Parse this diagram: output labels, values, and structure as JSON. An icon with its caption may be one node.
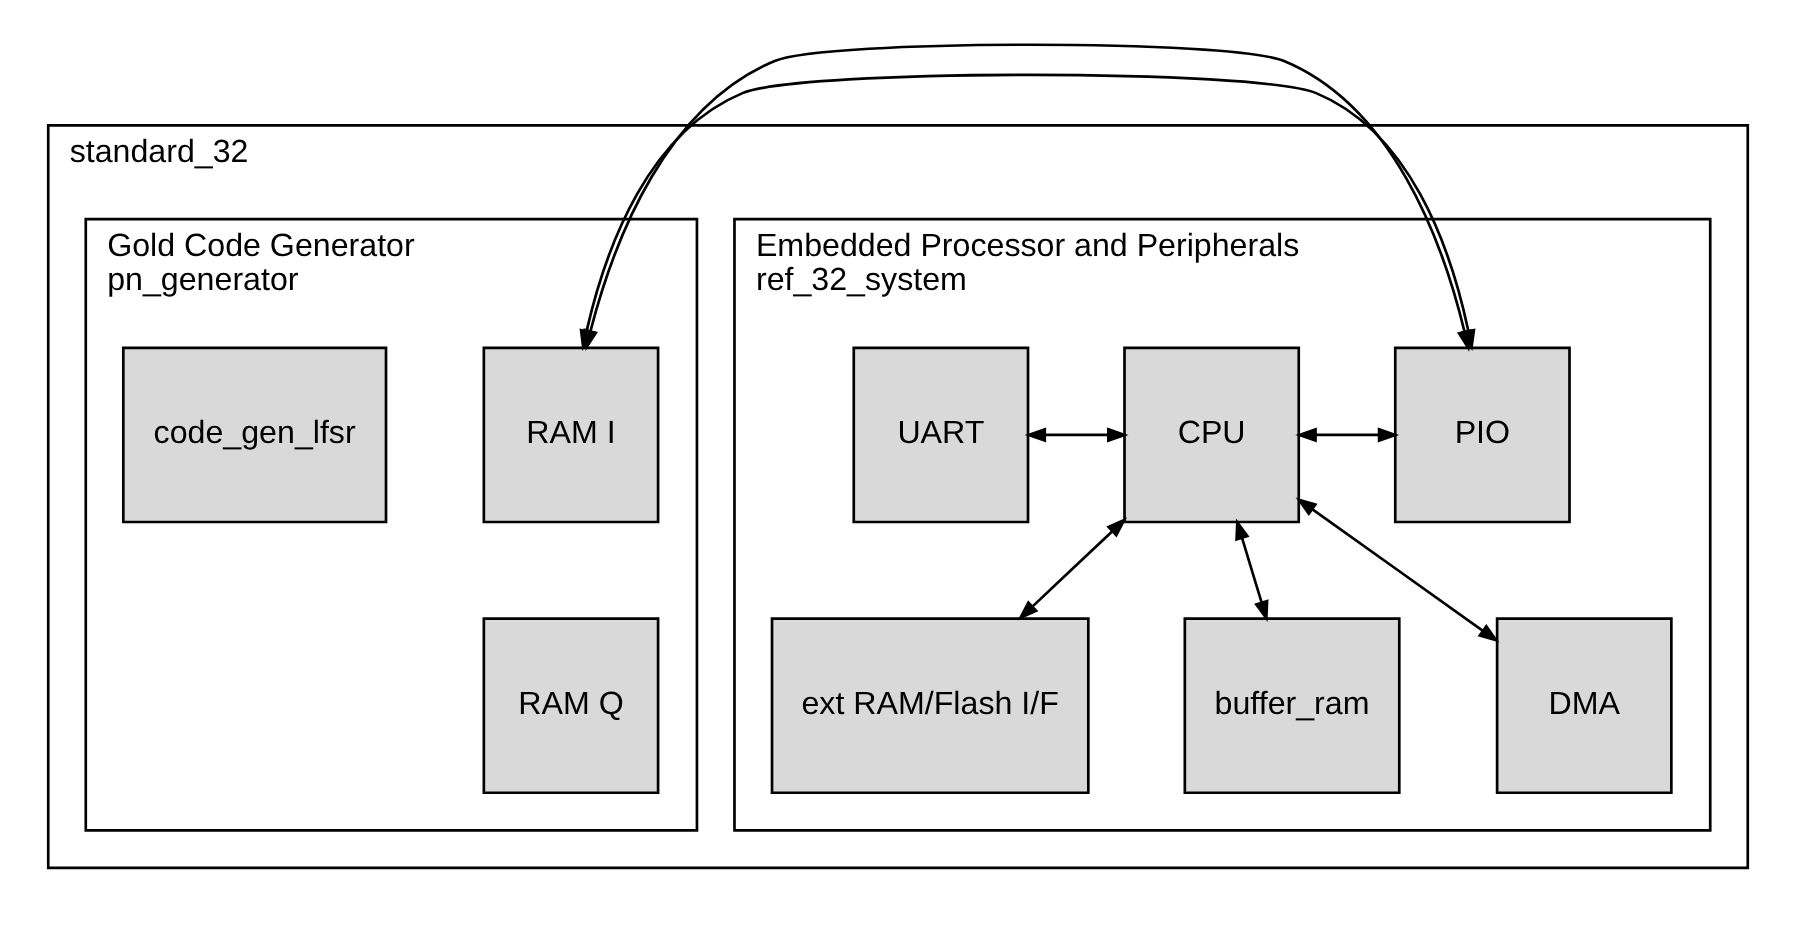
{
  "diagram": {
    "nodes": [
      {
        "text": [
          "standard_32"
        ]
      },
      {
        "text": [
          "Embedded Processor and Peripherals",
          "ref_32_system"
        ],
        "in": 0
      },
      {
        "text": [
          "UART"
        ],
        "in": 1
      },
      {
        "text": [
          "CPU"
        ],
        "in": 1
      },
      {
        "text": [
          "PIO"
        ],
        "in": 1
      },
      {
        "text": [
          "ext RAM/Flash I/F"
        ],
        "in": 1
      },
      {
        "text": [
          "buffer_ram"
        ],
        "in": 1
      },
      {
        "text": [
          "DMA"
        ],
        "in": 1
      },
      {
        "text": [
          "Gold Code Generator",
          "pn_generator"
        ],
        "in": 0
      },
      {
        "text": [
          "RAM I"
        ],
        "in": 8
      },
      {
        "text": [
          "RAM Q"
        ],
        "in": 8
      },
      {
        "text": [
          "code_gen_lfsr"
        ],
        "in": 8
      }
    ],
    "edges": [
      {
        "from": 2,
        "to": 3,
        "arrow": "both"
      },
      {
        "from": 3,
        "to": 4,
        "arrow": "both"
      },
      {
        "from": 3,
        "to": 5,
        "arrow": "both"
      },
      {
        "from": 3,
        "to": 6,
        "arrow": "both"
      },
      {
        "from": 3,
        "to": 7,
        "arrow": "both"
      },
      {
        "from": 1,
        "to": 8,
        "arrow": "both"
      }
    ]
  }
}
